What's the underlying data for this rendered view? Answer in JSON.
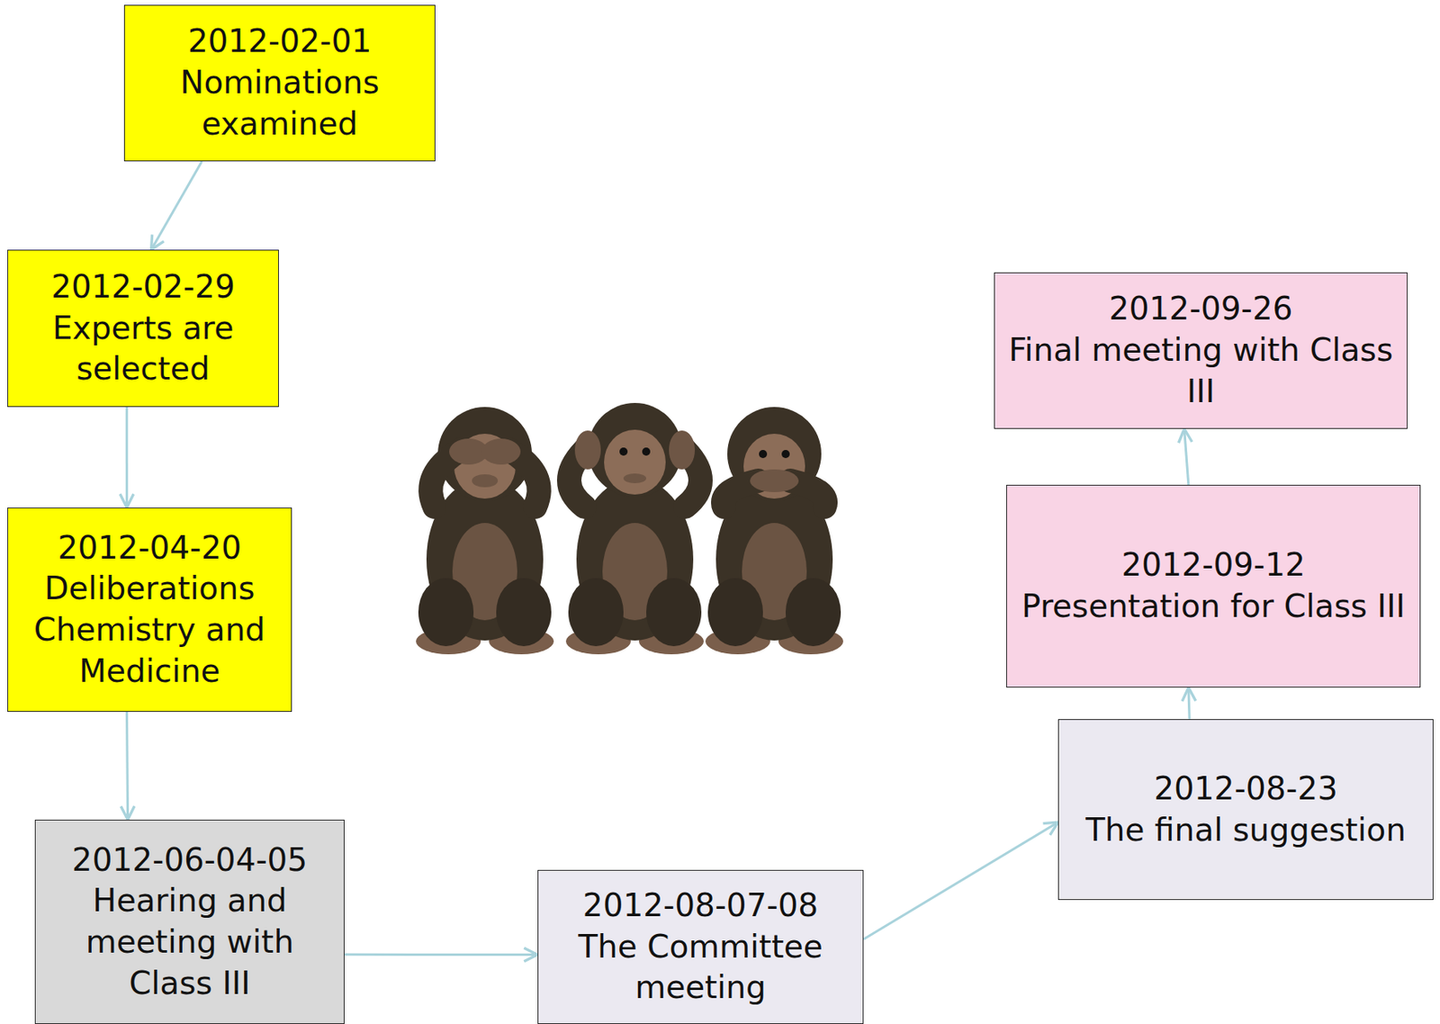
{
  "diagram": {
    "nodes": [
      {
        "text": [
          "2012-02-01",
          "Nominations examined"
        ]
      },
      {
        "text": [
          "2012-02-29",
          "Experts are selected"
        ]
      },
      {
        "text": [
          "2012-04-20",
          "Deliberations Chemistry and Medicine"
        ]
      },
      {
        "text": [
          "2012-06-04-05",
          "Hearing and meeting with Class III"
        ]
      },
      {
        "text": [
          "2012-08-07-08",
          "The Committee meeting"
        ]
      },
      {
        "text": [
          "2012-08-23",
          "The final suggestion"
        ]
      },
      {
        "text": [
          "2012-09-12",
          "Presentation for Class III"
        ]
      },
      {
        "text": [
          "2012-09-26",
          "Final meeting with Class III"
        ]
      }
    ],
    "edges": [
      {
        "from": 0,
        "to": 1,
        "arrow": "to"
      },
      {
        "from": 1,
        "to": 2,
        "arrow": "to"
      },
      {
        "from": 2,
        "to": 3,
        "arrow": "to"
      },
      {
        "from": 3,
        "to": 4,
        "arrow": "to"
      },
      {
        "from": 4,
        "to": 5,
        "arrow": "to"
      },
      {
        "from": 5,
        "to": 6,
        "arrow": "to"
      },
      {
        "from": 6,
        "to": 7,
        "arrow": "to"
      }
    ]
  }
}
